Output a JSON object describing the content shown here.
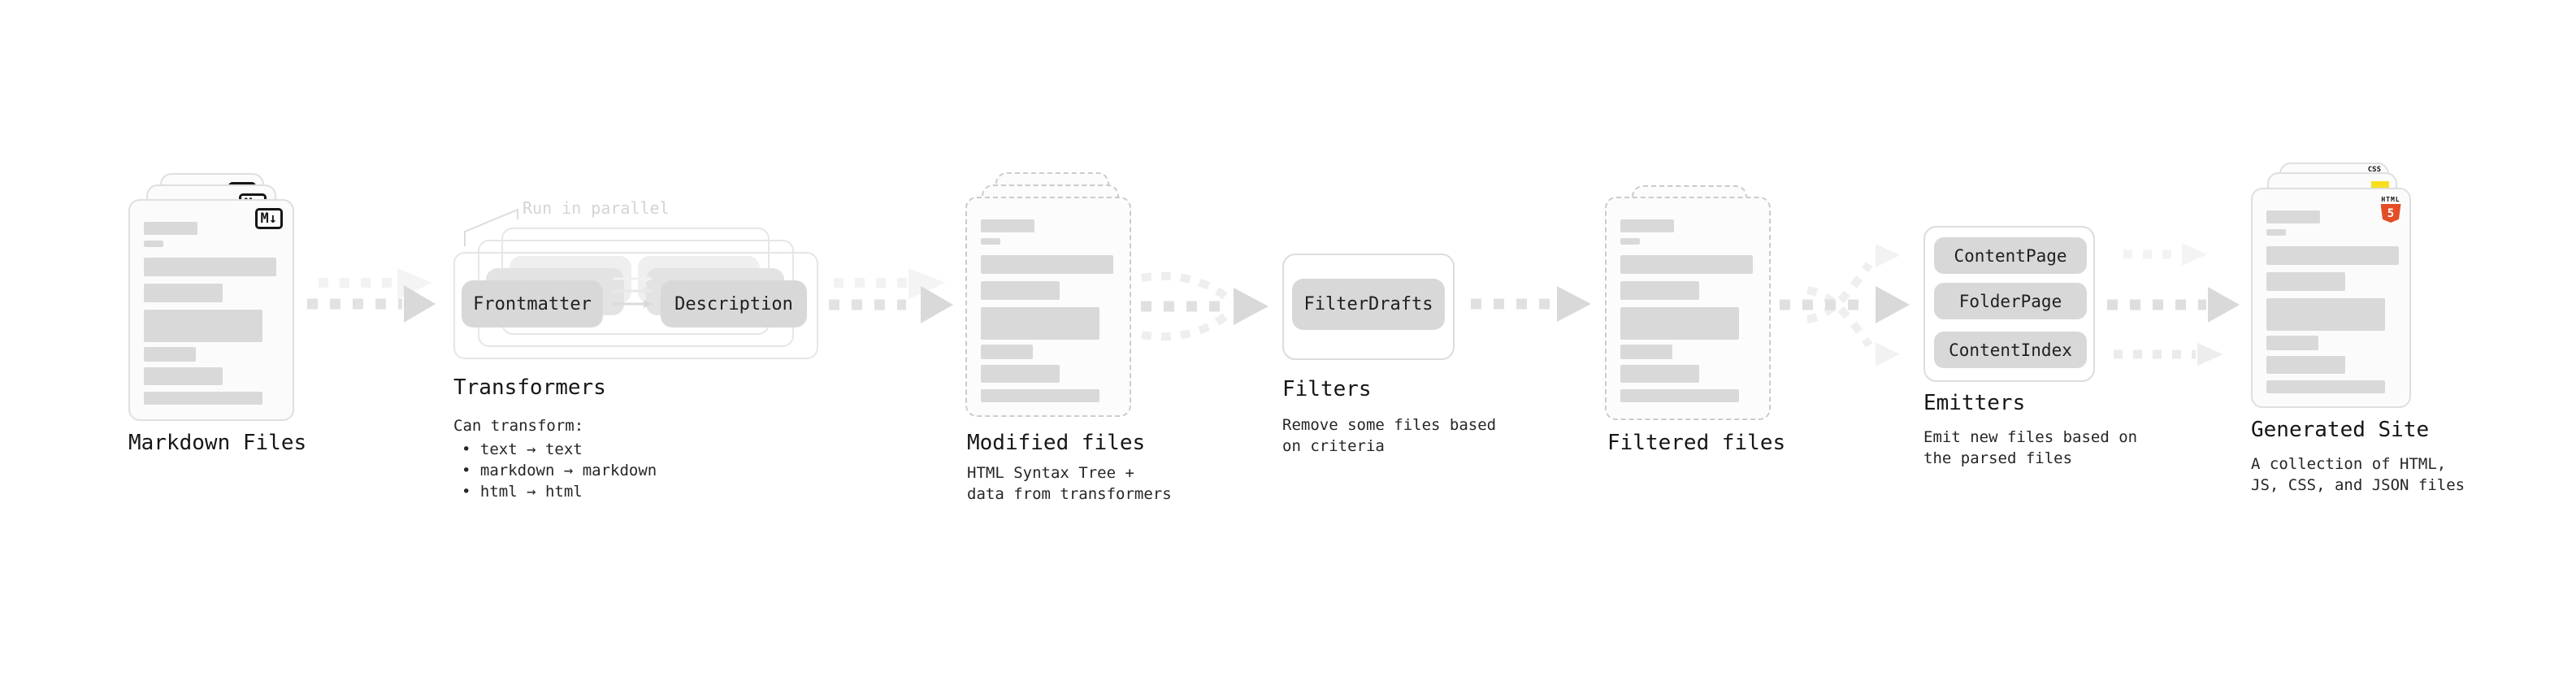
{
  "markdown": {
    "title": "Markdown Files",
    "badge": "M↓"
  },
  "transformers": {
    "annotation": "Run in parallel",
    "pill_left": "Frontmatter",
    "pill_right": "Description",
    "title": "Transformers",
    "desc_heading": "Can transform:",
    "bullets": [
      "• text → text",
      "• markdown → markdown",
      "• html → html"
    ]
  },
  "modified": {
    "title": "Modified files",
    "desc1": "HTML Syntax Tree +",
    "desc2": "data from transformers"
  },
  "filters": {
    "pill": "FilterDrafts",
    "title": "Filters",
    "desc1": "Remove some files based",
    "desc2": "on criteria"
  },
  "filtered": {
    "title": "Filtered files"
  },
  "emitters": {
    "pills": [
      "ContentPage",
      "FolderPage",
      "ContentIndex"
    ],
    "title": "Emitters",
    "desc1": "Emit new files based on",
    "desc2": "the parsed files"
  },
  "generated": {
    "title": "Generated Site",
    "desc1": "A collection of HTML,",
    "desc2": "JS, CSS, and JSON files",
    "css_label": "CSS",
    "html_label": "HTML",
    "html_number": "5"
  },
  "colors": {
    "html5_orange": "#e44d26",
    "js_yellow": "#f7df1e",
    "css_blue": "#2965f1"
  }
}
